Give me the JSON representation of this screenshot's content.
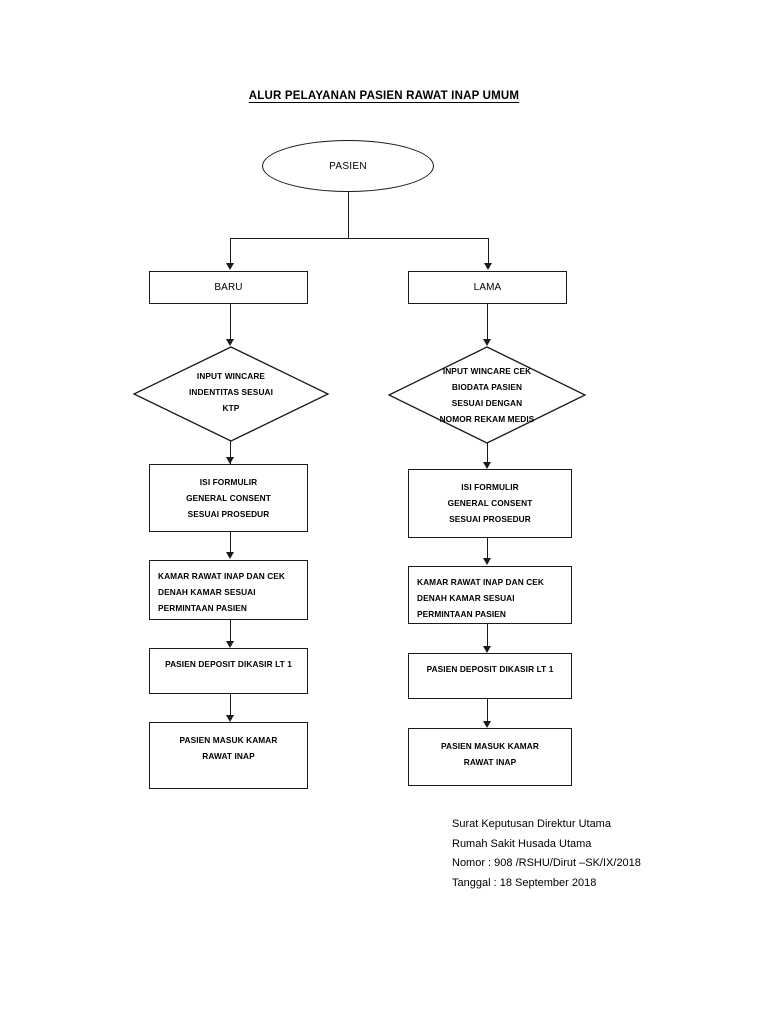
{
  "document": {
    "title": "ALUR PELAYANAN PASIEN RAWAT INAP UMUM"
  },
  "flowchart": {
    "type": "flowchart",
    "start": {
      "shape": "ellipse",
      "label": "PASIEN"
    },
    "branches": [
      {
        "id": "baru",
        "decision_label": "BARU",
        "steps": [
          {
            "shape": "diamond",
            "lines": [
              "INPUT WINCARE",
              "INDENTITAS SESUAI",
              "KTP"
            ]
          },
          {
            "shape": "process",
            "align": "center",
            "lines": [
              "ISI FORMULIR",
              "GENERAL CONSENT",
              "SESUAI PROSEDUR"
            ]
          },
          {
            "shape": "process",
            "align": "left",
            "lines": [
              "KAMAR RAWAT INAP DAN CEK",
              "DENAH KAMAR SESUAI",
              "PERMINTAAN PASIEN"
            ]
          },
          {
            "shape": "process",
            "align": "center",
            "lines": [
              "PASIEN DEPOSIT DIKASIR LT 1"
            ]
          },
          {
            "shape": "process",
            "align": "center",
            "lines": [
              "PASIEN MASUK KAMAR",
              "RAWAT INAP"
            ]
          }
        ]
      },
      {
        "id": "lama",
        "decision_label": "LAMA",
        "steps": [
          {
            "shape": "diamond",
            "lines": [
              "INPUT WINCARE CEK",
              "BIODATA PASIEN",
              "SESUAI DENGAN",
              "NOMOR REKAM MEDIS"
            ]
          },
          {
            "shape": "process",
            "align": "center",
            "lines": [
              "ISI FORMULIR",
              "GENERAL CONSENT",
              "SESUAI PROSEDUR"
            ]
          },
          {
            "shape": "process",
            "align": "left",
            "lines": [
              "KAMAR RAWAT INAP DAN CEK",
              "DENAH KAMAR SESUAI",
              "PERMINTAAN PASIEN"
            ]
          },
          {
            "shape": "process",
            "align": "center",
            "lines": [
              "PASIEN DEPOSIT DIKASIR LT 1"
            ]
          },
          {
            "shape": "process",
            "align": "center",
            "lines": [
              "PASIEN MASUK KAMAR",
              "RAWAT INAP"
            ]
          }
        ]
      }
    ]
  },
  "footer": {
    "lines": [
      "Surat Keputusan Direktur Utama",
      "Rumah Sakit Husada Utama",
      "Nomor : 908 /RSHU/Dirut –SK/IX/2018",
      "Tanggal : 18 September 2018"
    ]
  },
  "colors": {
    "stroke": "#1a1a1a",
    "background": "#ffffff",
    "text": "#000000"
  }
}
